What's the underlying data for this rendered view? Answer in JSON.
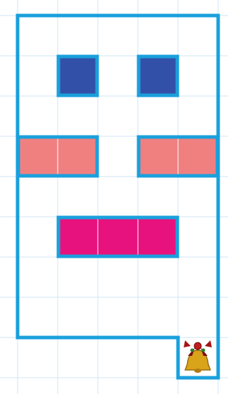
{
  "puzzle": {
    "grid": {
      "columns": 6,
      "rows": 10
    },
    "colors": {
      "background": "#ffffff",
      "grid_line": "#cfe6f6",
      "frame": "#1aa0dc",
      "navy_block": "#3350a8",
      "pink_block": "#f08080",
      "magenta_block": "#e8127e",
      "cell_divider": "#ffffff"
    },
    "walls": [
      {
        "name": "outer-frame-wall",
        "points": [
          [
            0,
            0
          ],
          [
            5,
            0
          ],
          [
            5,
            9
          ],
          [
            4,
            9
          ],
          [
            4,
            8
          ],
          [
            0,
            8
          ],
          [
            0,
            0
          ]
        ]
      }
    ],
    "exit": {
      "name": "bell-goal",
      "col": 4,
      "row": 8
    },
    "blocks": [
      {
        "name": "navy-block-left",
        "color": "navy_block",
        "col": 1,
        "row": 1,
        "w": 1,
        "h": 1
      },
      {
        "name": "navy-block-right",
        "color": "navy_block",
        "col": 3,
        "row": 1,
        "w": 1,
        "h": 1
      },
      {
        "name": "pink-block-left",
        "color": "pink_block",
        "col": 0,
        "row": 3,
        "w": 2,
        "h": 1
      },
      {
        "name": "pink-block-right",
        "color": "pink_block",
        "col": 3,
        "row": 3,
        "w": 2,
        "h": 1
      },
      {
        "name": "magenta-block",
        "color": "magenta_block",
        "col": 1,
        "row": 5,
        "w": 3,
        "h": 1
      }
    ]
  }
}
